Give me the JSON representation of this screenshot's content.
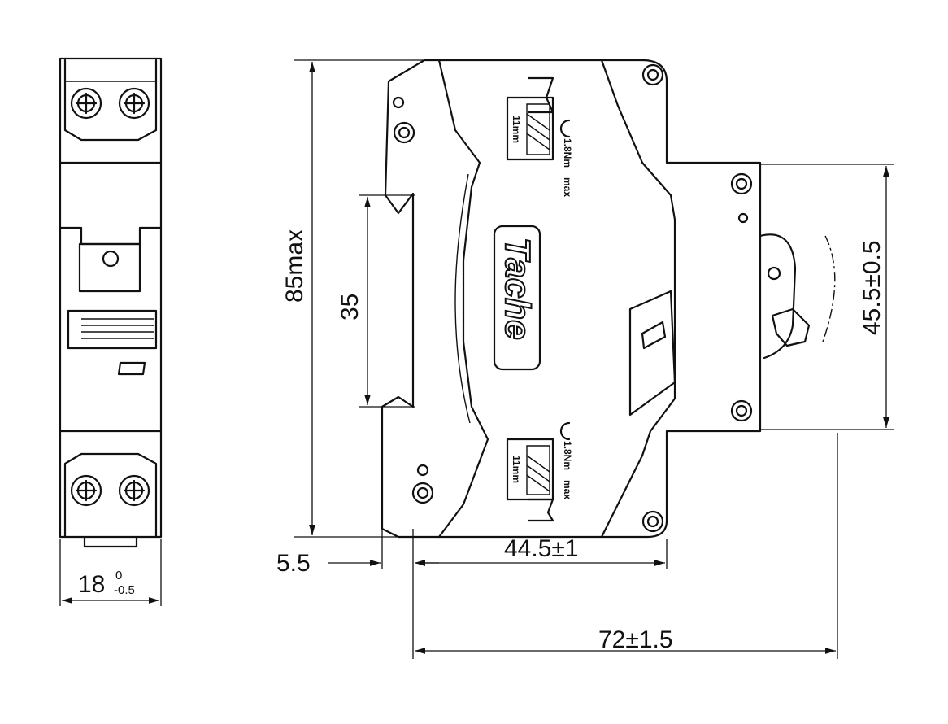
{
  "brand": "Tache",
  "torque_label": "1.8Nm",
  "torque_max": "max",
  "strip_length": "11mm",
  "dimensions": {
    "width_front": "18",
    "width_front_tol_upper": "0",
    "width_front_tol_lower": "-0.5",
    "height_max": "85max",
    "rail": "35",
    "offset": "5.5",
    "body_depth": "44.5±1",
    "total_depth": "72±1.5",
    "front_height": "45.5±0.5"
  }
}
